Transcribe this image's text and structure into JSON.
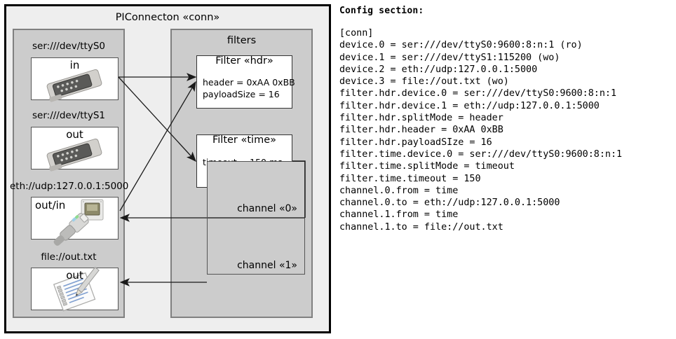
{
  "diagram": {
    "title": "PIConnecton «conn»",
    "devices_panel": {
      "entries": [
        {
          "label": "ser:///dev/ttyS0",
          "io": "in",
          "icon": "serial-port-icon"
        },
        {
          "label": "ser:///dev/ttyS1",
          "io": "out",
          "icon": "serial-port-icon"
        },
        {
          "label": "eth://udp:127.0.0.1:5000",
          "io": "out/in",
          "icon": "ethernet-icon"
        },
        {
          "label": "file://out.txt",
          "io": "out",
          "icon": "text-file-icon"
        }
      ]
    },
    "filters_panel": {
      "title": "filters",
      "filters": [
        {
          "title": "Filter «hdr»",
          "props": [
            "header = 0xAA 0xBB",
            "payloadSize = 16"
          ]
        },
        {
          "title": "Filter «time»",
          "props": [
            "timeout = 150 ms"
          ]
        }
      ],
      "channels": [
        {
          "label": "channel «0»"
        },
        {
          "label": "channel «1»"
        }
      ]
    },
    "colors": {
      "outer_border": "#000000",
      "outer_fill": "#eeeeee",
      "panel_fill": "#cccccc",
      "panel_border": "#808080",
      "box_fill": "#ffffff",
      "box_border": "#555555",
      "arrow": "#1a1a1a"
    }
  },
  "config": {
    "heading": "Config section:",
    "lines": [
      "[conn]",
      "device.0 = ser:///dev/ttyS0:9600:8:n:1 (ro)",
      "device.1 = ser:///dev/ttyS1:115200 (wo)",
      "device.2 = eth://udp:127.0.0.1:5000",
      "device.3 = file://out.txt (wo)",
      "filter.hdr.device.0 = ser:///dev/ttyS0:9600:8:n:1",
      "filter.hdr.device.1 = eth://udp:127.0.0.1:5000",
      "filter.hdr.splitMode = header",
      "filter.hdr.header = 0xAA 0xBB",
      "filter.hdr.payloadSIze = 16",
      "filter.time.device.0 = ser:///dev/ttyS0:9600:8:n:1",
      "filter.time.splitMode = timeout",
      "filter.time.timeout = 150",
      "channel.0.from = time",
      "channel.0.to = eth://udp:127.0.0.1:5000",
      "channel.1.from = time",
      "channel.1.to = file://out.txt"
    ]
  }
}
